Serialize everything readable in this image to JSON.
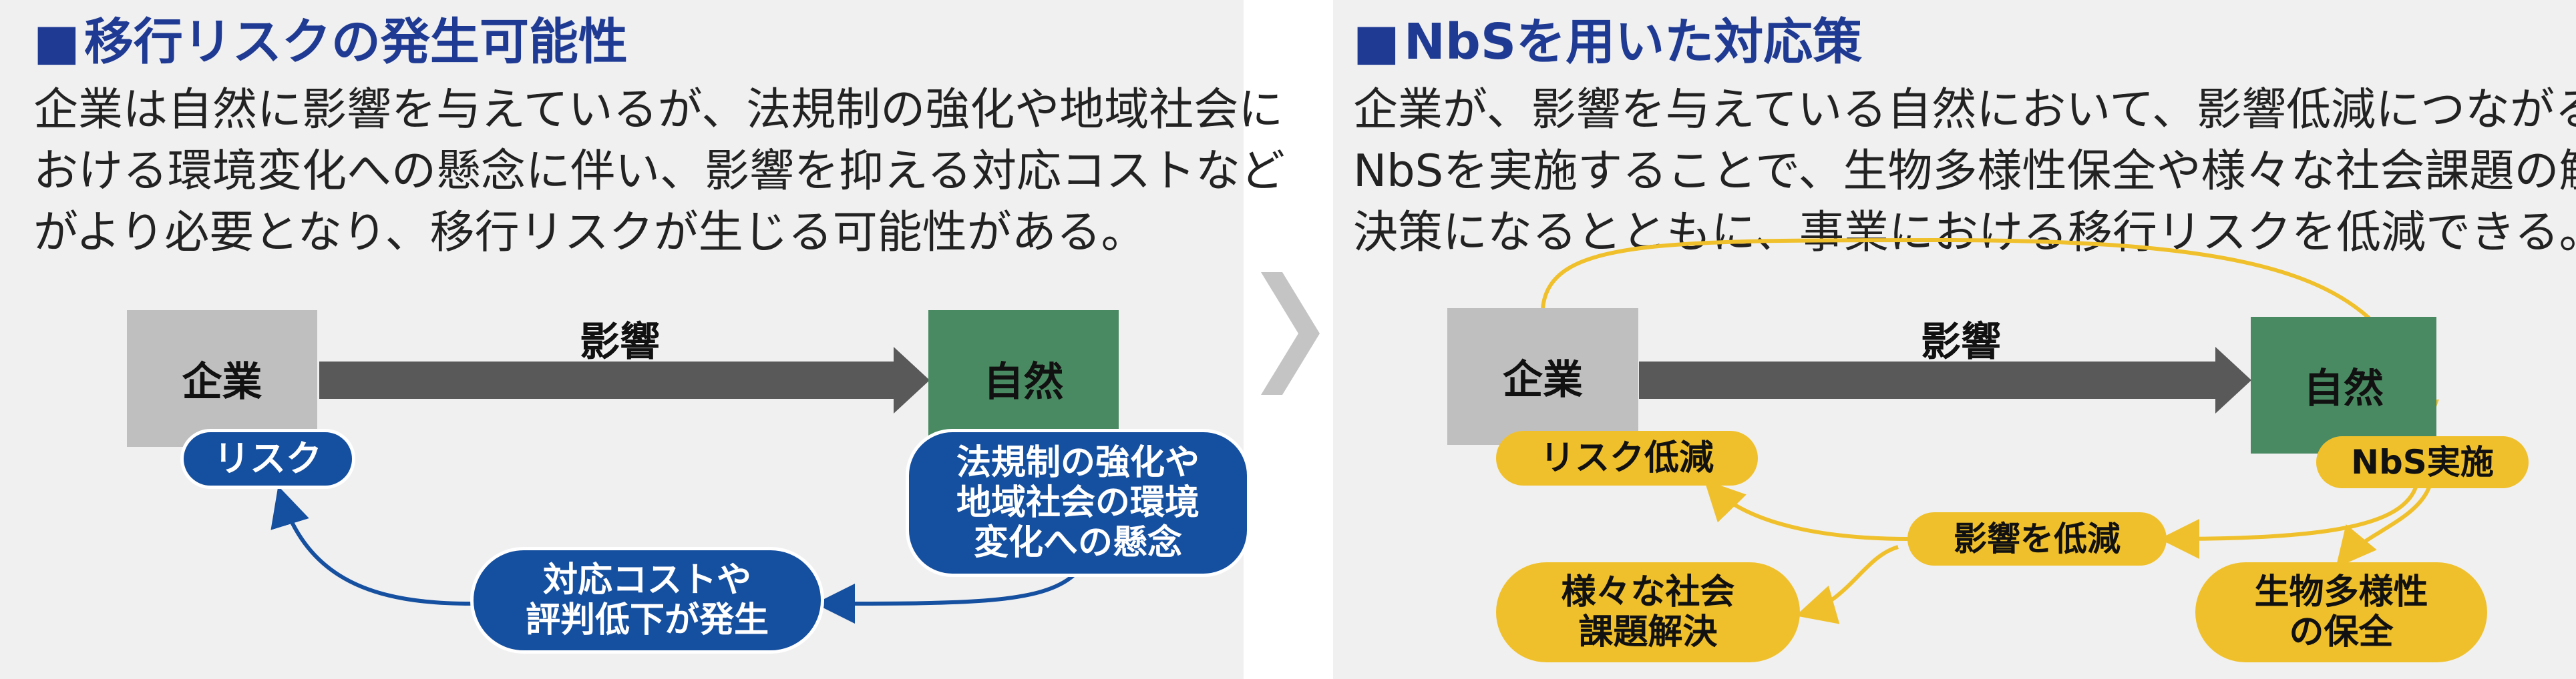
{
  "left": {
    "title_mark": "■",
    "title": "移行リスクの発生可能性",
    "body": [
      "企業は自然に影響を与えているが、法規制の強化や地域社会に",
      "おける環境変化への懸念に伴い、影響を抑える対応コストなど",
      "がより必要となり、移行リスクが生じる可能性がある。"
    ],
    "company": "企業",
    "nature": "自然",
    "impact": "影響",
    "risk": "リスク",
    "concern": [
      "法規制の強化や",
      "地域社会の環境",
      "変化への懸念"
    ],
    "cost": [
      "対応コストや",
      "評判低下が発生"
    ]
  },
  "right": {
    "title_mark": "■",
    "title": "NbSを用いた対応策",
    "body": [
      "企業が、影響を与えている自然において、影響低減につながる",
      "NbSを実施することで、生物多様性保全や様々な社会課題の解",
      "決策になるとともに、事業における移行リスクを低減できる。"
    ],
    "company": "企業",
    "nature": "自然",
    "impact": "影響",
    "risk_reduction": "リスク低減",
    "nbs": "NbS実施",
    "impact_reduction": "影響を低減",
    "social": [
      "様々な社会",
      "課題解決"
    ],
    "biodiversity": [
      "生物多様性",
      "の保全"
    ]
  },
  "colors": {
    "panel_bg": "#f0f0f0",
    "title": "#1f3a93",
    "gray_box": "#bfbfbf",
    "green_box": "#4a8a62",
    "blue_pill": "#154f9f",
    "yellow_pill": "#f0c02c",
    "arrow_dark": "#595959",
    "chevron": "#c4c4c4"
  },
  "icons": {
    "transition": "chevron-right-icon"
  }
}
